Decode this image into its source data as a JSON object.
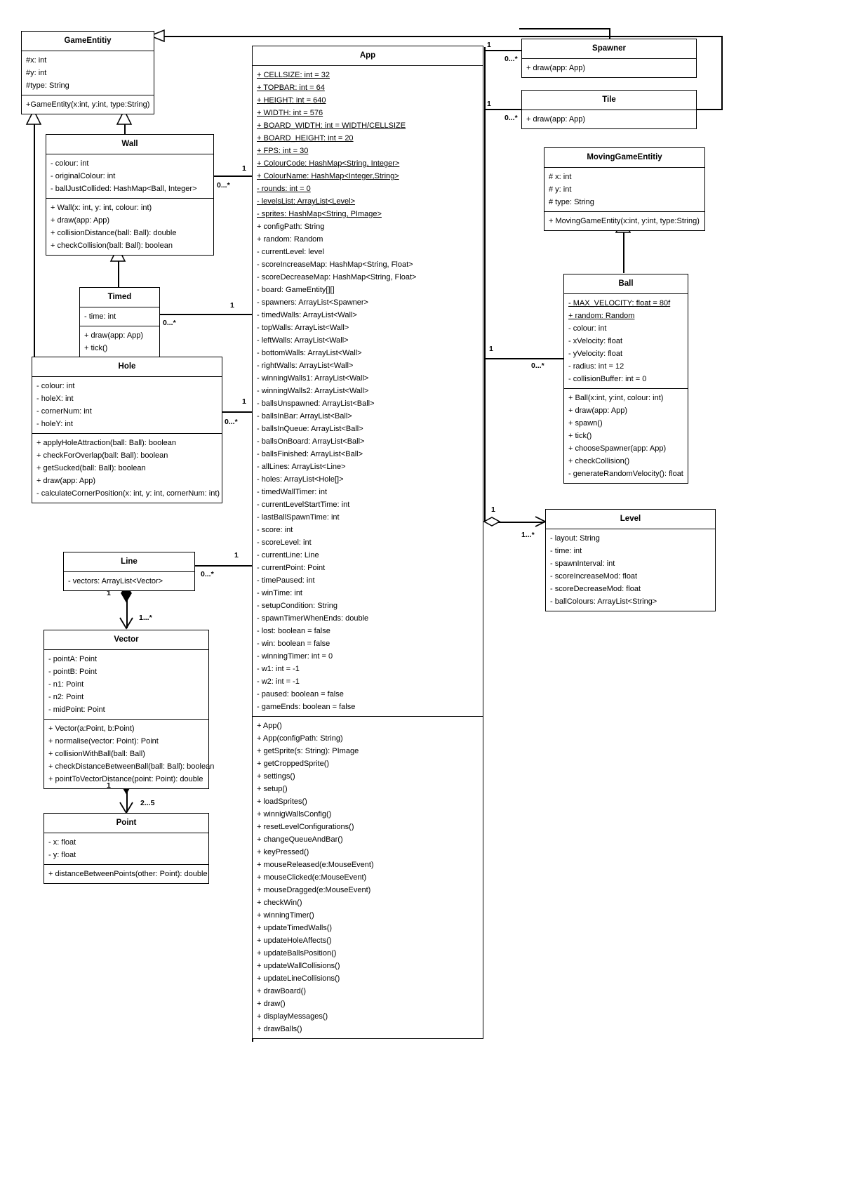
{
  "diagram": {
    "title": "UML Class Diagram",
    "classes": {
      "game_entity": {
        "name": "GameEntitiy",
        "attributes": [
          "#x: int",
          "#y: int",
          "#type: String"
        ],
        "methods": [
          "+GameEntity(x:int, y:int, type:String)"
        ]
      },
      "wall": {
        "name": "Wall",
        "attributes": [
          "- colour: int",
          "- originalColour: int",
          "- ballJustCollided: HashMap<Ball, Integer>"
        ],
        "methods": [
          "+ Wall(x: int, y: int, colour: int)",
          "+ draw(app: App)",
          "+ collisionDistance(ball: Ball): double",
          "+ checkCollision(ball: Ball): boolean"
        ]
      },
      "timed": {
        "name": "Timed",
        "attributes": [
          "- time: int"
        ],
        "methods": [
          "+ draw(app: App)",
          "+ tick()"
        ]
      },
      "hole": {
        "name": "Hole",
        "attributes": [
          "- colour: int",
          "- holeX: int",
          "- cornerNum: int",
          "- holeY: int"
        ],
        "methods": [
          "+ applyHoleAttraction(ball: Ball): boolean",
          "+ checkForOverlap(ball: Ball): boolean",
          "+ getSucked(ball: Ball): boolean",
          "+ draw(app: App)",
          "- calculateCornerPosition(x: int, y: int, cornerNum: int)"
        ]
      },
      "line": {
        "name": "Line",
        "attributes": [
          "- vectors: ArrayList<Vector>"
        ],
        "methods": []
      },
      "vector": {
        "name": "Vector",
        "attributes": [
          "- pointA: Point",
          "- pointB: Point",
          "- n1: Point",
          "- n2: Point",
          "- midPoint: Point"
        ],
        "methods": [
          "+ Vector(a:Point, b:Point)",
          "+ normalise(vector: Point): Point",
          "+ collisionWithBall(ball: Ball)",
          "+ checkDistanceBetweenBall(ball: Ball): boolean",
          "+ pointToVectorDistance(point: Point): double"
        ]
      },
      "point": {
        "name": "Point",
        "attributes": [
          "- x: float",
          "- y: float"
        ],
        "methods": [
          "+ distanceBetweenPoints(other: Point): double"
        ]
      },
      "app": {
        "name": "App",
        "attributes": [
          {
            "text": "+ CELLSIZE: int = 32",
            "static": true
          },
          {
            "text": "+ TOPBAR: int = 64",
            "static": true
          },
          {
            "text": "+ HEIGHT: int = 640",
            "static": true
          },
          {
            "text": "+ WIDTH: int = 576",
            "static": true
          },
          {
            "text": "+ BOARD_WIDTH: int = WIDTH/CELLSIZE",
            "static": true
          },
          {
            "text": "+ BOARD_HEIGHT: int = 20",
            "static": true
          },
          {
            "text": "+ FPS: int = 30",
            "static": true
          },
          {
            "text": "+ ColourCode: HashMap<String, Integer>",
            "static": true
          },
          {
            "text": "+ ColourName: HashMap<Integer,String>",
            "static": true
          },
          {
            "text": "- rounds: int = 0",
            "static": true
          },
          {
            "text": "- levelsList: ArrayList<Level>",
            "static": true
          },
          {
            "text": "- sprites: HashMap<String, PImage>",
            "static": true
          },
          {
            "text": "+ configPath: String",
            "static": false
          },
          {
            "text": "+ random: Random",
            "static": false
          },
          {
            "text": "- currentLevel: level",
            "static": false
          },
          {
            "text": "- scoreIncreaseMap: HashMap<String, Float>",
            "static": false
          },
          {
            "text": "- scoreDecreaseMap: HashMap<String, Float>",
            "static": false
          },
          {
            "text": "- board: GameEntity[][]",
            "static": false
          },
          {
            "text": "- spawners: ArrayList<Spawner>",
            "static": false
          },
          {
            "text": "- timedWalls: ArrayList<Wall>",
            "static": false
          },
          {
            "text": "- topWalls: ArrayList<Wall>",
            "static": false
          },
          {
            "text": "- leftWalls: ArrayList<Wall>",
            "static": false
          },
          {
            "text": "- bottomWalls: ArrayList<Wall>",
            "static": false
          },
          {
            "text": "- rightWalls: ArrayList<Wall>",
            "static": false
          },
          {
            "text": "- winningWalls1: ArrayList<Wall>",
            "static": false
          },
          {
            "text": "- winningWalls2: ArrayList<Wall>",
            "static": false
          },
          {
            "text": "- ballsUnspawned: ArrayList<Ball>",
            "static": false
          },
          {
            "text": "- ballsInBar: ArrayList<Ball>",
            "static": false
          },
          {
            "text": "- ballsInQueue: ArrayList<Ball>",
            "static": false
          },
          {
            "text": "- ballsOnBoard: ArrayList<Ball>",
            "static": false
          },
          {
            "text": "- ballsFinished: ArrayList<Ball>",
            "static": false
          },
          {
            "text": "- allLines: ArrayList<Line>",
            "static": false
          },
          {
            "text": "- holes: ArrayList<Hole[]>",
            "static": false
          },
          {
            "text": "- timedWallTimer: int",
            "static": false
          },
          {
            "text": "- currentLevelStartTime: int",
            "static": false
          },
          {
            "text": "- lastBallSpawnTime: int",
            "static": false
          },
          {
            "text": "- score: int",
            "static": false
          },
          {
            "text": "- scoreLevel: int",
            "static": false
          },
          {
            "text": "- currentLine: Line",
            "static": false
          },
          {
            "text": "- currentPoint: Point",
            "static": false
          },
          {
            "text": "- timePaused: int",
            "static": false
          },
          {
            "text": "- winTime: int",
            "static": false
          },
          {
            "text": "- setupCondition: String",
            "static": false
          },
          {
            "text": "- spawnTimerWhenEnds: double",
            "static": false
          },
          {
            "text": "- lost: boolean = false",
            "static": false
          },
          {
            "text": "- win: boolean = false",
            "static": false
          },
          {
            "text": "- winningTimer: int = 0",
            "static": false
          },
          {
            "text": "- w1: int = -1",
            "static": false
          },
          {
            "text": "- w2: int = -1",
            "static": false
          },
          {
            "text": "- paused: boolean = false",
            "static": false
          },
          {
            "text": "- gameEnds: boolean = false",
            "static": false
          }
        ],
        "methods": [
          "+ App()",
          "+ App(configPath: String)",
          "+ getSprite(s: String): PImage",
          "+ getCroppedSprite()",
          "+ settings()",
          "+ setup()",
          "+ loadSprites()",
          "+ winnigWallsConfig()",
          "+ resetLevelConfigurations()",
          "+ changeQueueAndBar()",
          "+ keyPressed()",
          "+ mouseReleased(e:MouseEvent)",
          "+ mouseClicked(e:MouseEvent)",
          "+ mouseDragged(e:MouseEvent)",
          "+ checkWin()",
          "+ winningTimer()",
          "+ updateTimedWalls()",
          "+ updateHoleAffects()",
          "+ updateBallsPosition()",
          "+ updateWallCollisions()",
          "+ updateLineCollisions()",
          "+ drawBoard()",
          "+ draw()",
          "+ displayMessages()",
          "+ drawBalls()"
        ]
      },
      "spawner": {
        "name": "Spawner",
        "attributes": [],
        "methods": [
          "+ draw(app: App)"
        ]
      },
      "tile": {
        "name": "Tile",
        "attributes": [],
        "methods": [
          "+ draw(app: App)"
        ]
      },
      "moving_game_entity": {
        "name": "MovingGameEntitiy",
        "attributes": [
          "# x: int",
          "# y: int",
          "# type: String"
        ],
        "methods": [
          "+ MovingGameEntity(x:int, y:int, type:String)"
        ]
      },
      "ball": {
        "name": "Ball",
        "attributes": [
          {
            "text": "- MAX_VELOCITY: float = 80f",
            "static": true
          },
          {
            "text": "+ random: Random",
            "static": true
          },
          {
            "text": "- colour: int",
            "static": false
          },
          {
            "text": "- xVelocity: float",
            "static": false
          },
          {
            "text": "- yVelocity: float",
            "static": false
          },
          {
            "text": "- radius: int = 12",
            "static": false
          },
          {
            "text": "- collisionBuffer: int = 0",
            "static": false
          }
        ],
        "methods": [
          "+ Ball(x:int, y:int, colour: int)",
          "+ draw(app: App)",
          "+ spawn()",
          "+ tick()",
          "+ chooseSpawner(app: App)",
          "+ checkCollision()",
          "- generateRandomVelocity(): float"
        ]
      },
      "level": {
        "name": "Level",
        "attributes": [
          "- layout: String",
          "- time: int",
          "- spawnInterval: int",
          "- scoreIncreaseMod: float",
          "- scoreDecreaseMod: float",
          "- ballColours: ArrayList<String>"
        ],
        "methods": []
      }
    },
    "multiplicities": {
      "app_spawner_one": "1",
      "app_spawner_many": "0...*",
      "app_tile_one": "1",
      "app_tile_many": "0...*",
      "app_wall_one": "1",
      "app_wall_many": "0...*",
      "app_timed_one": "1",
      "app_timed_many": "0...*",
      "app_hole_one": "1",
      "app_hole_many": "0...*",
      "app_line_one": "1",
      "app_line_many": "0...*",
      "app_ball_one": "1",
      "app_ball_many": "0...*",
      "app_level_one": "1",
      "app_level_many": "1...*",
      "line_vector_one": "1",
      "line_vector_many": "1...*",
      "vector_point_one": "1",
      "vector_point_many": "2...5"
    }
  }
}
